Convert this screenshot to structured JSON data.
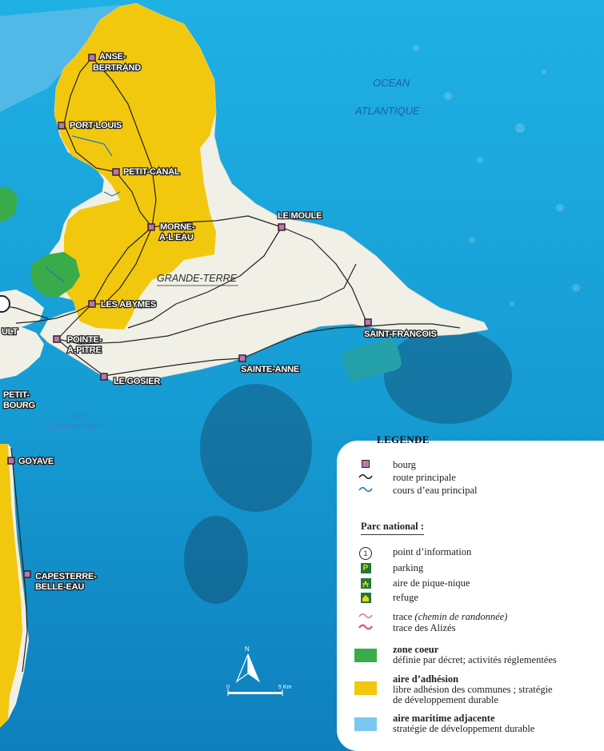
{
  "map": {
    "ocean_label_1": "OCEAN",
    "ocean_label_2": "ATLANTIQUE",
    "region_label": "GRANDE-TERRE",
    "bay_label_1": "Petit",
    "bay_label_2": "Cul-de-Sac Marin",
    "towns": [
      {
        "id": "anse-bertrand",
        "lines": [
          "ANSE-",
          "BERTRAND"
        ]
      },
      {
        "id": "port-louis",
        "lines": [
          "PORT-LOUIS"
        ]
      },
      {
        "id": "petit-canal",
        "lines": [
          "PETIT-CANAL"
        ]
      },
      {
        "id": "morne-a-leau",
        "lines": [
          "MORNE-",
          "A-L'EAU"
        ]
      },
      {
        "id": "le-moule",
        "lines": [
          "LE MOULE"
        ]
      },
      {
        "id": "les-abymes",
        "lines": [
          "LES ABYMES"
        ]
      },
      {
        "id": "pointe-a-pitre",
        "lines": [
          "POINTE-",
          "A-PITRE"
        ]
      },
      {
        "id": "le-gosier",
        "lines": [
          "LE GOSIER"
        ]
      },
      {
        "id": "sainte-anne",
        "lines": [
          "SAINTE-ANNE"
        ]
      },
      {
        "id": "saint-francois",
        "lines": [
          "SAINT-FRANCOIS"
        ]
      },
      {
        "id": "goyave",
        "lines": [
          "GOYAVE"
        ]
      },
      {
        "id": "capesterre",
        "lines": [
          "CAPESTERRE-",
          "BELLE-EAU"
        ]
      },
      {
        "id": "petit-bourg",
        "lines": [
          "PETIT-",
          "BOURG"
        ]
      },
      {
        "id": "baie-mahault",
        "lines": [
          "ULT"
        ]
      }
    ],
    "north_label": "N",
    "scale_start": "0",
    "scale_end": "5 Km"
  },
  "legend": {
    "title": "LEGENDE",
    "bourg": "bourg",
    "route": "route principale",
    "cours_eau": "cours d’eau principal",
    "parc_heading": "Parc national :",
    "info_symbol": "1",
    "info": "point d’information",
    "parking_symbol": "P",
    "parking": "parking",
    "pique_nique": "aire de pique-nique",
    "refuge": "refuge",
    "trace_1": "trace ",
    "trace_1_italic": "(chemin de randonnée)",
    "trace_2": "trace des Alizés",
    "zone_coeur_title": "zone coeur",
    "zone_coeur_desc": "définie par décret; activités réglementées",
    "aire_adhesion_title": "aire d’adhésion",
    "aire_adhesion_desc_1": "libre adhésion des communes ; stratégie",
    "aire_adhesion_desc_2": "de développement durable",
    "aire_maritime_title": "aire maritime adjacente",
    "aire_maritime_desc": "stratégie de développement durable"
  },
  "colors": {
    "ocean": "#1aa3d8",
    "land": "#f1f0e6",
    "adhesion": "#f2c80f",
    "coeur": "#3aab4a",
    "maritime": "#7cc7ee",
    "road": "#222222",
    "river": "#1e78b4",
    "trail": "#e0507a"
  }
}
